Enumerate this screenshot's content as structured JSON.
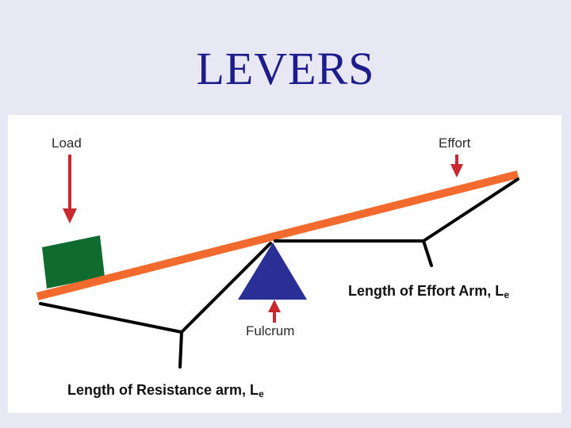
{
  "slide": {
    "title": "LEVERS"
  },
  "diagram": {
    "labels": {
      "load": "Load",
      "effort": "Effort",
      "fulcrum": "Fulcrum",
      "effort_arm_text": "Length of Effort Arm, L",
      "effort_arm_sub": "e",
      "resistance_arm_text": "Length of Resistance arm, L",
      "resistance_arm_sub": "e"
    },
    "colors": {
      "lever": "#f26a2e",
      "load_block": "#0f6b2e",
      "fulcrum": "#2a2f96",
      "arrows": "#c8282e",
      "brackets": "#000000",
      "title": "#1c1c8c"
    },
    "icons": [
      "down-arrow-icon",
      "up-arrow-icon"
    ]
  }
}
